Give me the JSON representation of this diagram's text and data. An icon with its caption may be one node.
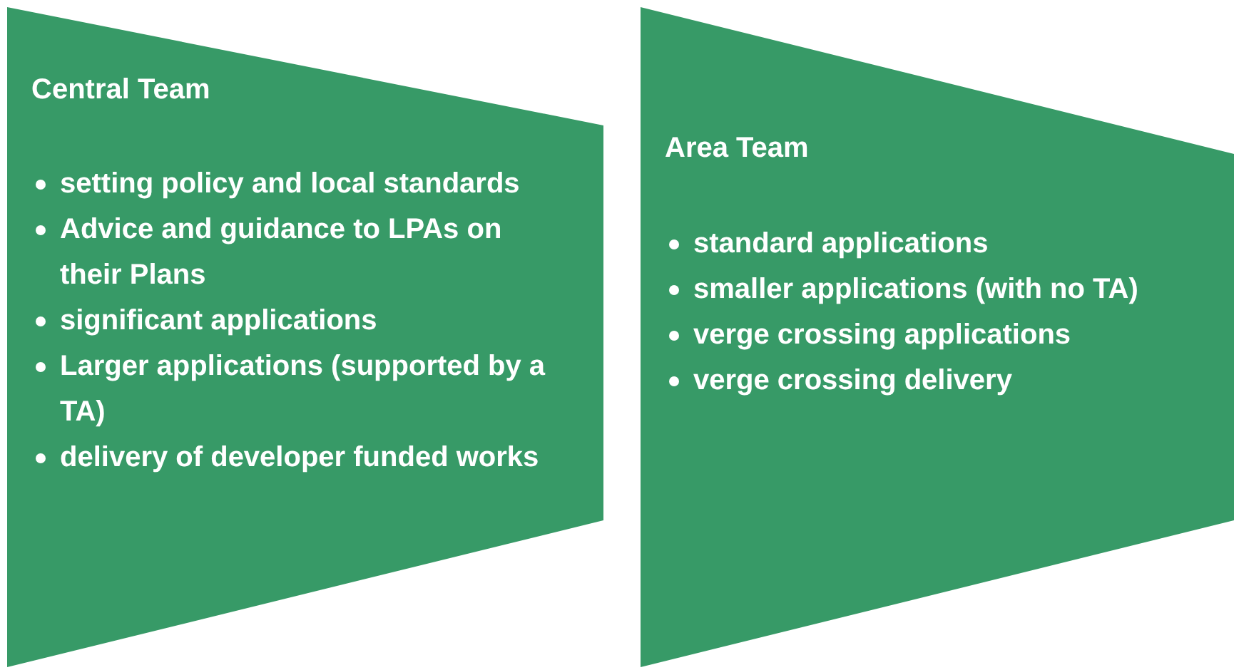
{
  "diagram": {
    "nodes": [
      {
        "text": [
          "Central Team",
          "setting policy and local standards",
          "Advice and guidance to LPAs on their Plans",
          "significant applications",
          "Larger applications (supported by a TA)",
          "delivery of developer funded works"
        ]
      },
      {
        "text": [
          "Area Team",
          "standard applications",
          "smaller applications (with no TA)",
          "verge crossing applications",
          "verge crossing delivery"
        ]
      }
    ]
  }
}
